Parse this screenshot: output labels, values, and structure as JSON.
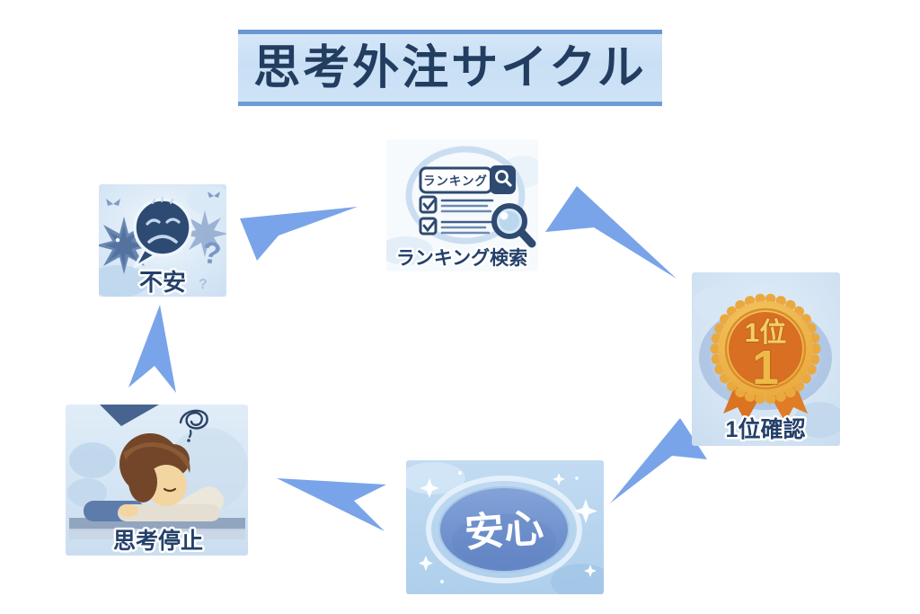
{
  "title": "思考外注サイクル",
  "cycle_nodes": [
    {
      "id": "anxiety",
      "label": "不安",
      "icon": "worried-face-speech-bubble-icon",
      "question_mark": "?"
    },
    {
      "id": "ranking-search",
      "label": "ランキング検索",
      "icon": "ranking-search-ui-icon",
      "search_query": "ランキング"
    },
    {
      "id": "rank-confirm",
      "label": "1位確認",
      "icon": "first-place-medal-icon",
      "medal_text": "1位",
      "medal_number": "1"
    },
    {
      "id": "relief",
      "label": "安心",
      "icon": "relief-glow-oval-icon"
    },
    {
      "id": "thought-stop",
      "label": "思考停止",
      "icon": "sleeping-person-icon"
    }
  ],
  "arrows": [
    {
      "from": "anxiety",
      "to": "ranking-search"
    },
    {
      "from": "ranking-search",
      "to": "rank-confirm"
    },
    {
      "from": "rank-confirm",
      "to": "relief"
    },
    {
      "from": "relief",
      "to": "thought-stop"
    },
    {
      "from": "thought-stop",
      "to": "anxiety"
    }
  ],
  "colors": {
    "arrow_blue": "#7aa4e9",
    "banner_bg": "#cee3f7",
    "banner_border": "#6898d2",
    "navy_text": "#223d60",
    "medal_gold": "#eaa93e",
    "medal_center_orange": "#d96f22",
    "ribbon_orange": "#dd7722",
    "relief_oval_blue": "#7194cd"
  }
}
